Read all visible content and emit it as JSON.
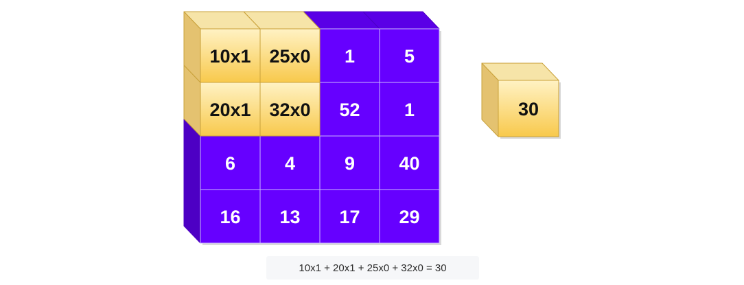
{
  "grid": {
    "rows": [
      [
        {
          "text": "10x1",
          "highlight": true
        },
        {
          "text": "25x0",
          "highlight": true
        },
        {
          "text": "1",
          "highlight": false
        },
        {
          "text": "5",
          "highlight": false
        }
      ],
      [
        {
          "text": "20x1",
          "highlight": true
        },
        {
          "text": "32x0",
          "highlight": true
        },
        {
          "text": "52",
          "highlight": false
        },
        {
          "text": "1",
          "highlight": false
        }
      ],
      [
        {
          "text": "6",
          "highlight": false
        },
        {
          "text": "4",
          "highlight": false
        },
        {
          "text": "9",
          "highlight": false
        },
        {
          "text": "40",
          "highlight": false
        }
      ],
      [
        {
          "text": "16",
          "highlight": false
        },
        {
          "text": "13",
          "highlight": false
        },
        {
          "text": "17",
          "highlight": false
        },
        {
          "text": "29",
          "highlight": false
        }
      ]
    ]
  },
  "result": {
    "text": "30"
  },
  "formula": {
    "text": "10x1 + 20x1 + 25x0 + 32x0 = 30"
  },
  "colors": {
    "purple_front": "#6600ff",
    "purple_top": "#5a00e6",
    "purple_side": "#4d00c4",
    "purple_edge": "#c9b6ff",
    "gold_front_top": "#fff2c4",
    "gold_front_bottom": "#f8c94c",
    "gold_top": "#f6e4a8",
    "gold_side": "#e4c270",
    "gold_edge": "#c9a13a",
    "text_dark": "#111111",
    "text_light": "#ffffff"
  }
}
